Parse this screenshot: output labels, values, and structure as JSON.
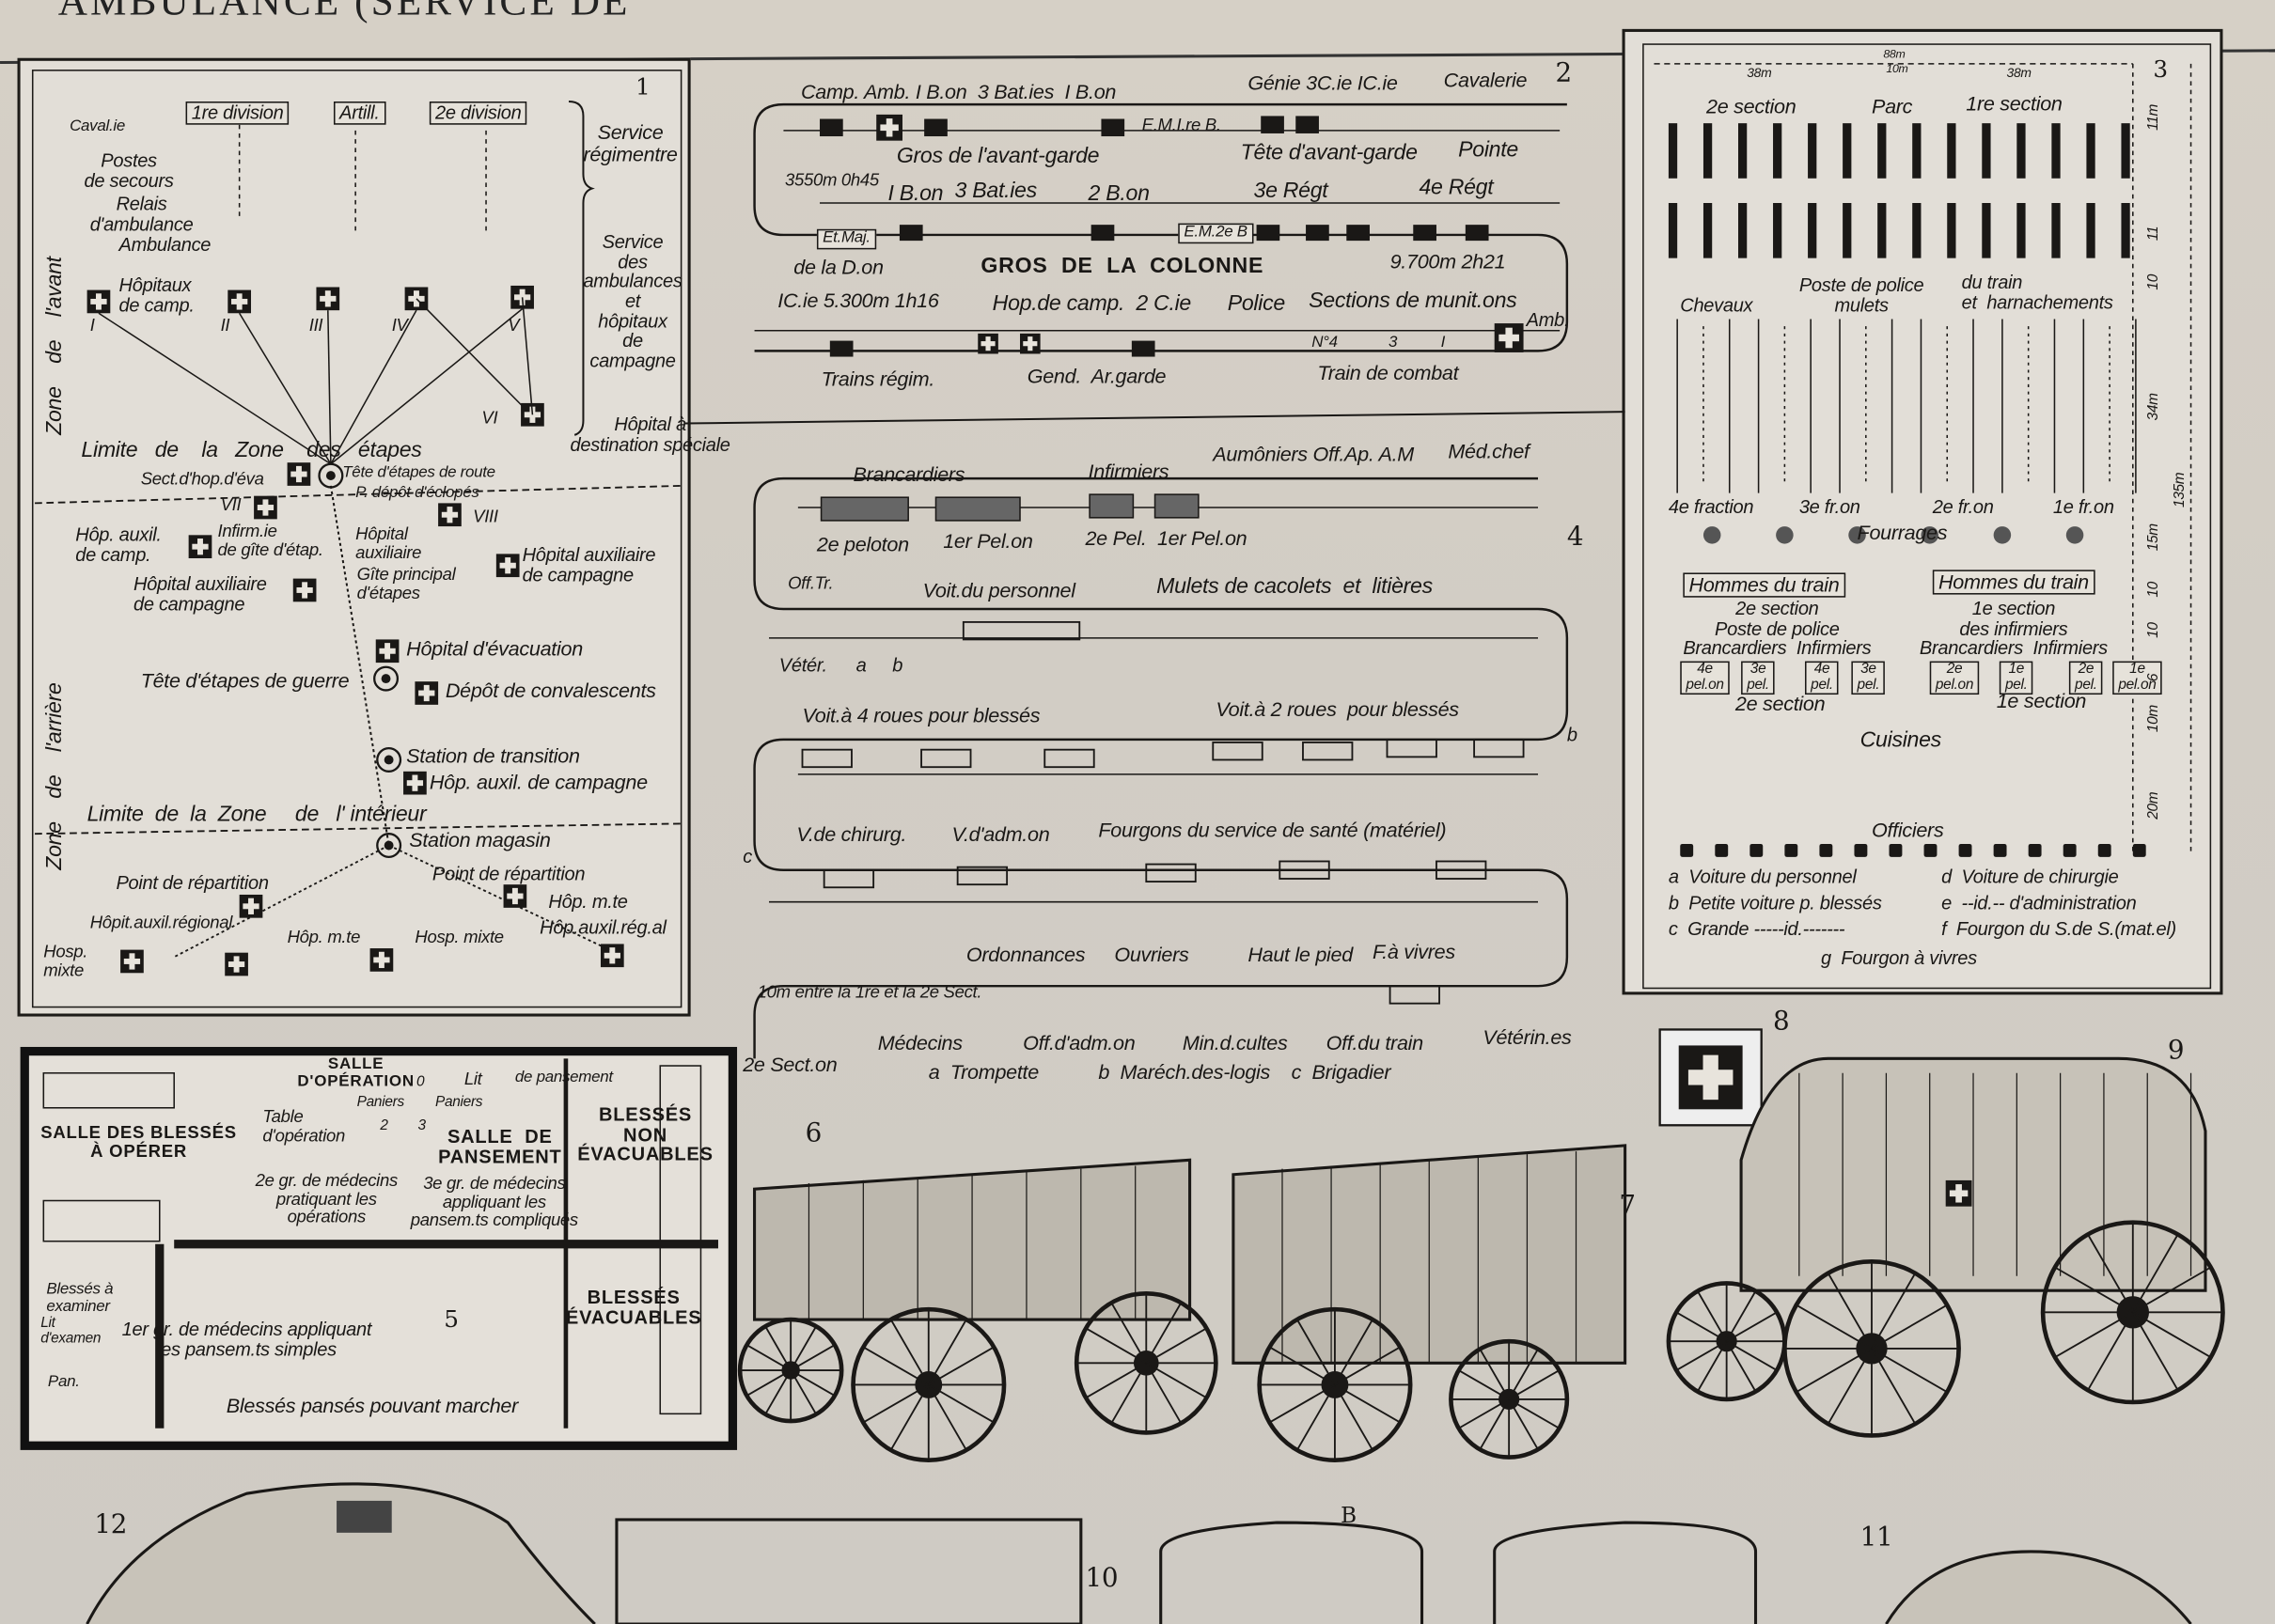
{
  "title": "AMBULANCE (SERVICE DE",
  "p1": {
    "labels": [
      "1re division",
      "Artill.",
      "2e division",
      "1",
      "Service\nrégimentre",
      "Caval.ie",
      "Postes\nde secours",
      "Relais\nd'ambulance",
      "Ambulance",
      "Service\ndes\nambulances\net\nhôpitaux\nde\ncampagne",
      "Hôpitaux\nde camp.",
      "I",
      "II",
      "III",
      "IV",
      "V",
      "VI",
      "VII",
      "VIII",
      "Hôpital à\ndestination spéciale",
      "Sect.d'hop.d'éva",
      "Tête d'étapes de route",
      "P. dépôt d'éclopés",
      "Hôp. auxil.\nde camp.",
      "Infirm.ie\nde gîte d'étap.",
      "Hôpital\nauxiliaire",
      "Hôpital auxiliaire\nde campagne",
      "Hôpital auxiliaire\nde campagne",
      "Gîte principal\nd'étapes",
      "Hôpital d'évacuation",
      "Tête d'étapes de guerre",
      "Dépôt de convalescents",
      "Station de transition",
      "Hôp. auxil. de campagne",
      "Limite  de  la  Zone     de   l' intérieur",
      "Station magasin",
      "Point de répartition",
      "Point de répartition",
      "Hôp. m.te",
      "Hôpit.auxil.régional",
      "Hôp. m.te",
      "Hosp. mixte",
      "Hôp.auxil.rég.al",
      "Hosp.\nmixte",
      "Limite   de    la   Zone    des   étapes",
      "Zone    de    l'avant",
      "Zone    de    l'arrière"
    ]
  },
  "p2": {
    "labels": [
      "Camp. Amb. I B.on  3 Bat.ies  I B.on",
      "Génie 3C.ie IC.ie",
      "Cavalerie",
      "2",
      "E.M.I.re B.",
      "Gros de l'avant-garde",
      "Tête d'avant-garde",
      "Pointe",
      "3550m 0h45",
      "I B.on",
      "3 Bat.ies",
      "2 B.on",
      "3e Régt",
      "4e Régt",
      "Et.Maj.",
      "E.M.2e B",
      "de la D.on",
      "GROS  DE  LA  COLONNE",
      "9.700m 2h21",
      "IC.ie 5.300m 1h16",
      "Hop.de camp.  2 C.ie",
      "Police",
      "Sections de munit.ons",
      "Amb.",
      "N°4",
      "3",
      "I",
      "Trains régim.",
      "Gend.  Ar.garde",
      "Train de combat"
    ]
  },
  "p3": {
    "labels": [
      "3",
      "88m",
      "10m",
      "38m",
      "38m",
      "2e section",
      "Parc",
      "1re section",
      "Chevaux",
      "Poste de police\nmulets",
      "du train\net  harnachements",
      "4e fraction",
      "3e fr.on",
      "2e fr.on",
      "1e fr.on",
      "Fourrages",
      "Hommes du train",
      "Hommes du train",
      "2e section\nPoste de police\nBrancardiers  Infirmiers",
      "1e section\ndes infirmiers\nBrancardiers  Infirmiers",
      "4e\npel.on",
      "3e\npel.",
      "4e\npel.",
      "3e\npel.",
      "2e\npel.on",
      "1e\npel.",
      "2e\npel.",
      "1e\npel.on",
      "2e section",
      "1e section",
      "Cuisines",
      "Officiers",
      "a  Voiture du personnel",
      "b  Petite voiture p. blessés",
      "c  Grande -----id.-------",
      "d  Voiture de chirurgie",
      "e  --id.-- d'administration",
      "f  Fourgon du S.de S.(mat.el)",
      "g  Fourgon à vivres",
      "11m",
      "11",
      "10",
      "135m",
      "34m",
      "15m",
      "10",
      "10",
      "6",
      "10m",
      "20m"
    ]
  },
  "p4": {
    "labels": [
      "Brancardiers",
      "Infirmiers",
      "Aumôniers Off.Ap. A.M",
      "Méd.chef",
      "4",
      "2e peloton",
      "1er Pel.on",
      "2e Pel.  1er Pel.on",
      "Off.Tr.",
      "Voit.du personnel",
      "Mulets de cacolets  et  litières",
      "Vétér.",
      "a",
      "b",
      "Voit.à 4 roues pour blessés",
      "Voit.à 2 roues  pour blessés",
      "b",
      "c",
      "V.de chirurg.",
      "V.d'adm.on",
      "Fourgons du service de santé (matériel)",
      "Ordonnances",
      "Ouvriers",
      "Haut le pied",
      "F.à vivres",
      "10m entre la 1re et la 2e Sect.",
      "2e Sect.on",
      "Médecins",
      "Off.d'adm.on",
      "Min.d.cultes",
      "Off.du train",
      "Vétérin.es",
      "a  Trompette",
      "b  Maréch.des-logis",
      "c  Brigadier"
    ]
  },
  "p5": {
    "labels": [
      "SALLE\nD'OPÉRATION",
      "SALLE DES BLESSÉS\nÀ OPÉRER",
      "Table\nd'opération",
      "Paniers",
      "Paniers",
      "Lit",
      "de pansement",
      "SALLE  DE\nPANSEMENT",
      "BLESSÉS\nNON\nÉVACUABLES",
      "2e gr. de médecins\npratiquant les\nopérations",
      "3e gr. de médecins\nappliquant les\npansem.ts compliqués",
      "BLESSÉS\nÉVACUABLES",
      "Blessés à\nexaminer",
      "Lit\nd'examen",
      "1er gr. de médecins appliquant\nles pansem.ts simples",
      "5",
      "Pan.",
      "Blessés pansés pouvant marcher",
      "2",
      "3",
      "0"
    ]
  },
  "figures": {
    "labels": [
      "6",
      "7",
      "8",
      "9",
      "10",
      "11",
      "12",
      "B"
    ]
  },
  "colors": {
    "paper": "#e2ded7",
    "ink": "#1a1816",
    "background": "#cdc8c0"
  }
}
